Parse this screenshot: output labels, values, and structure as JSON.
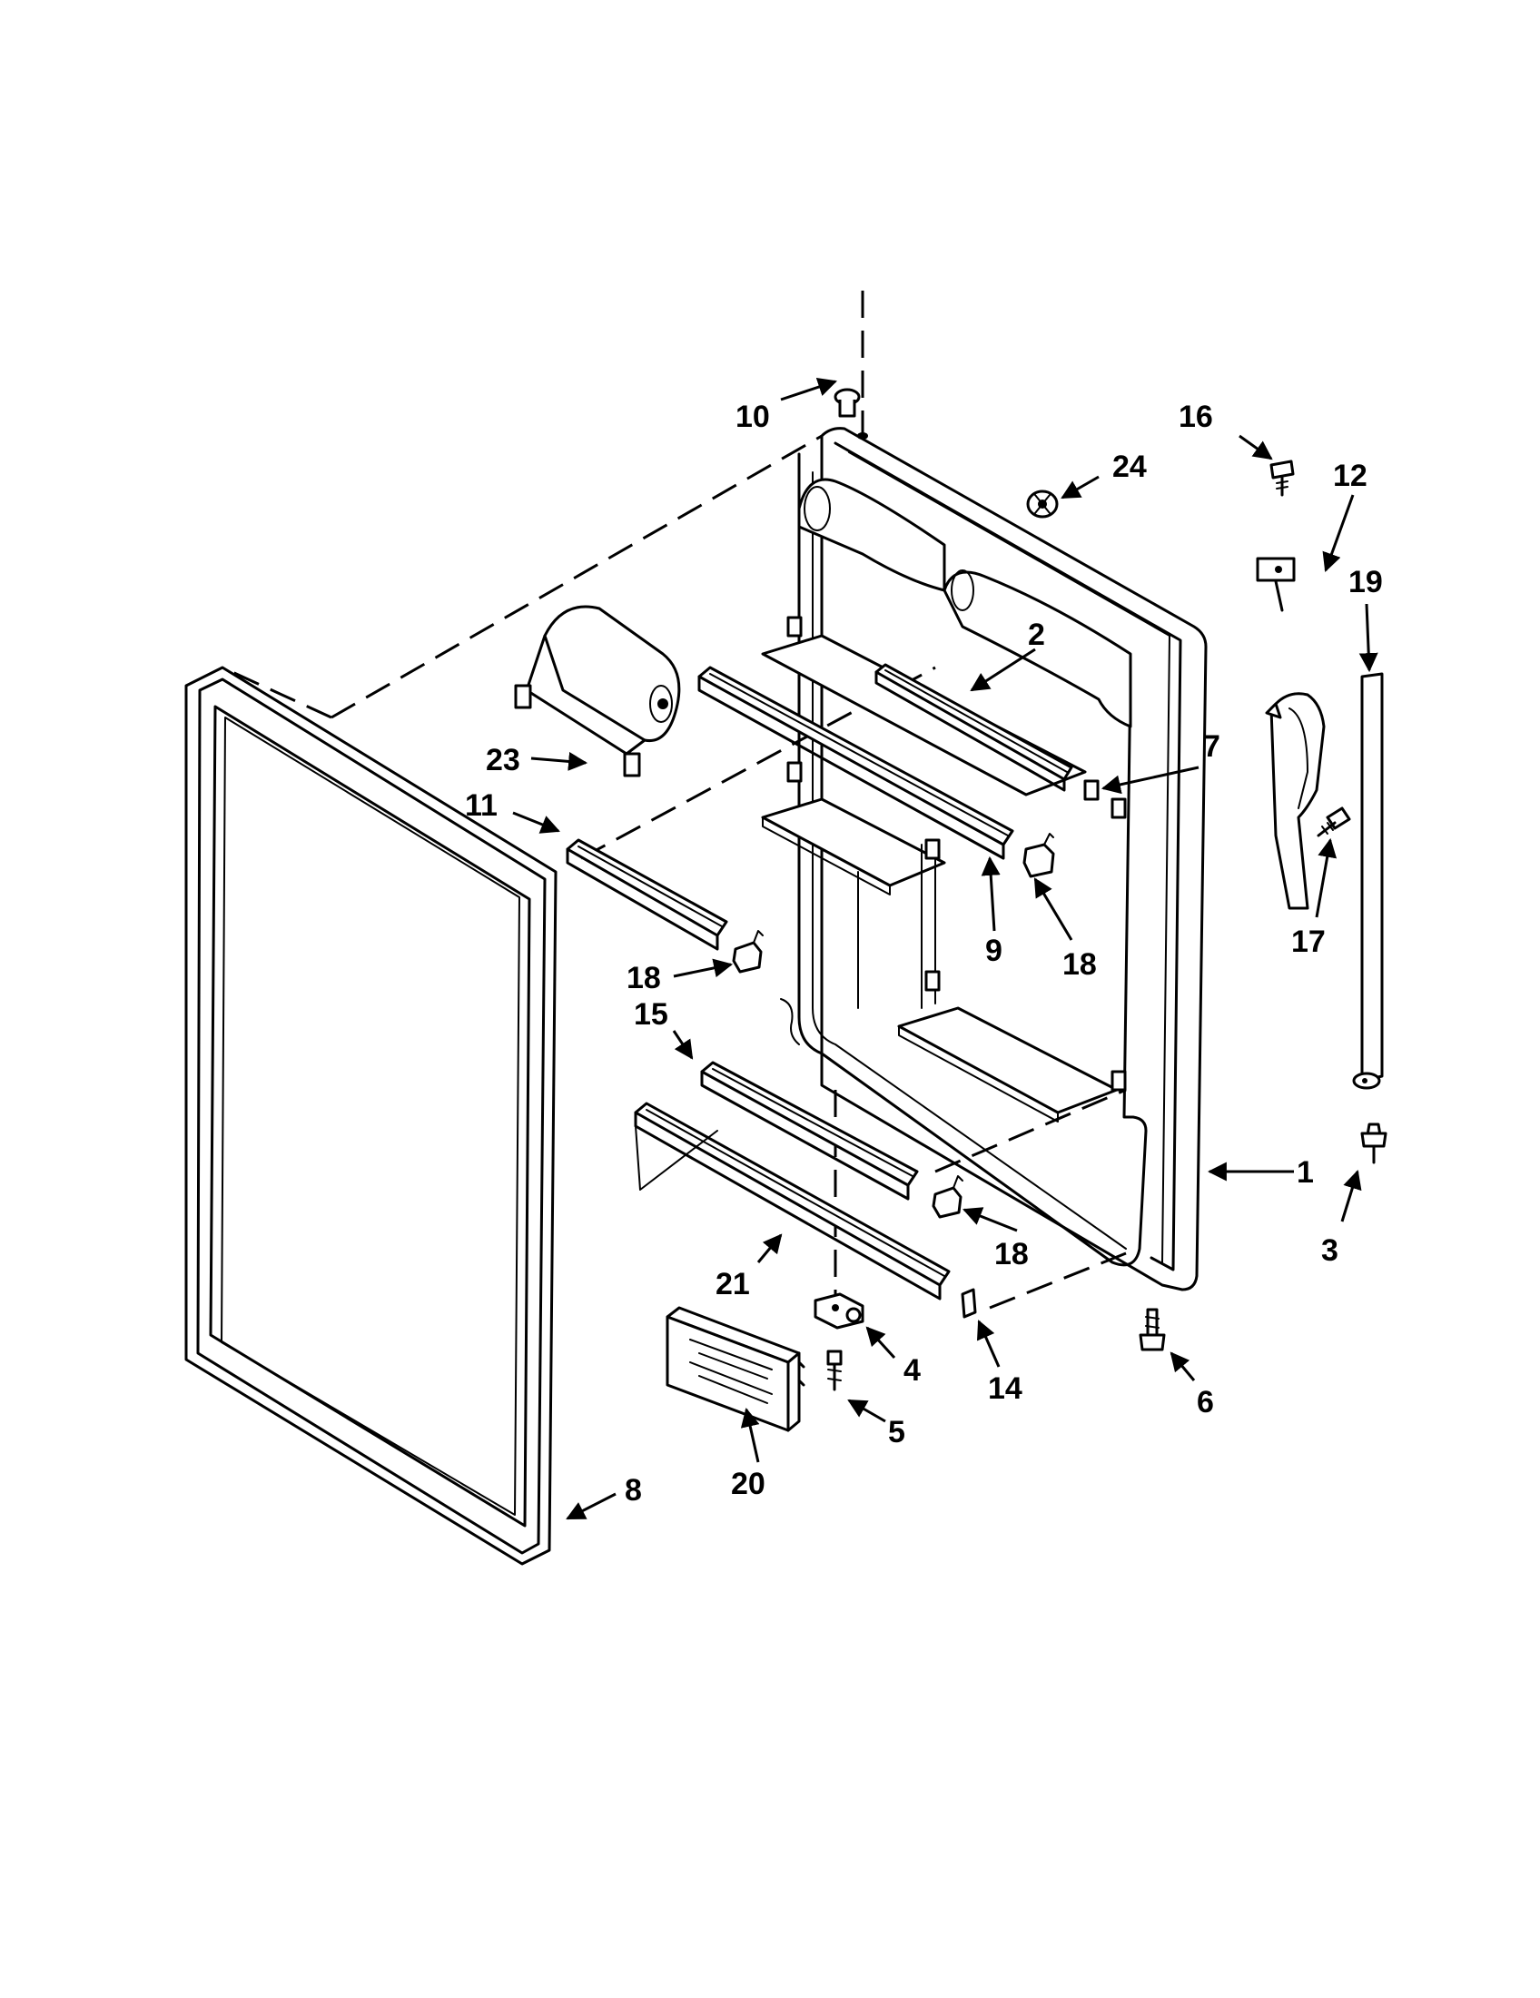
{
  "callouts": [
    {
      "id": "c10",
      "text": "10"
    },
    {
      "id": "c16",
      "text": "16"
    },
    {
      "id": "c24",
      "text": "24"
    },
    {
      "id": "c12",
      "text": "12"
    },
    {
      "id": "c19",
      "text": "19"
    },
    {
      "id": "c2",
      "text": "2"
    },
    {
      "id": "c23",
      "text": "23"
    },
    {
      "id": "c7",
      "text": "7"
    },
    {
      "id": "c11",
      "text": "11"
    },
    {
      "id": "c9",
      "text": "9"
    },
    {
      "id": "c18a",
      "text": "18"
    },
    {
      "id": "c18b",
      "text": "18"
    },
    {
      "id": "c17",
      "text": "17"
    },
    {
      "id": "c15",
      "text": "15"
    },
    {
      "id": "c1",
      "text": "1"
    },
    {
      "id": "c18c",
      "text": "18"
    },
    {
      "id": "c3",
      "text": "3"
    },
    {
      "id": "c21",
      "text": "21"
    },
    {
      "id": "c4",
      "text": "4"
    },
    {
      "id": "c14",
      "text": "14"
    },
    {
      "id": "c6",
      "text": "6"
    },
    {
      "id": "c5",
      "text": "5"
    },
    {
      "id": "c20",
      "text": "20"
    },
    {
      "id": "c8",
      "text": "8"
    }
  ]
}
